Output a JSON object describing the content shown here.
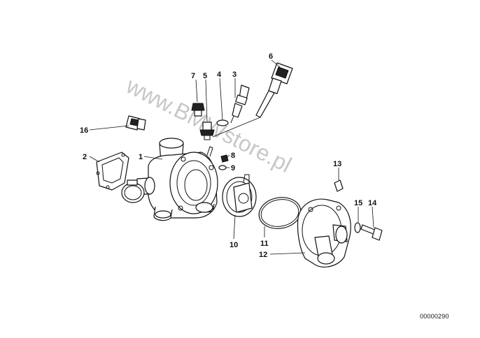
{
  "callouts": [
    "1",
    "2",
    "3",
    "4",
    "5",
    "6",
    "7",
    "8",
    "9",
    "10",
    "11",
    "12",
    "13",
    "14",
    "15",
    "16"
  ],
  "watermark": "www.BMWstore.pl",
  "diagram_code": "00000290"
}
